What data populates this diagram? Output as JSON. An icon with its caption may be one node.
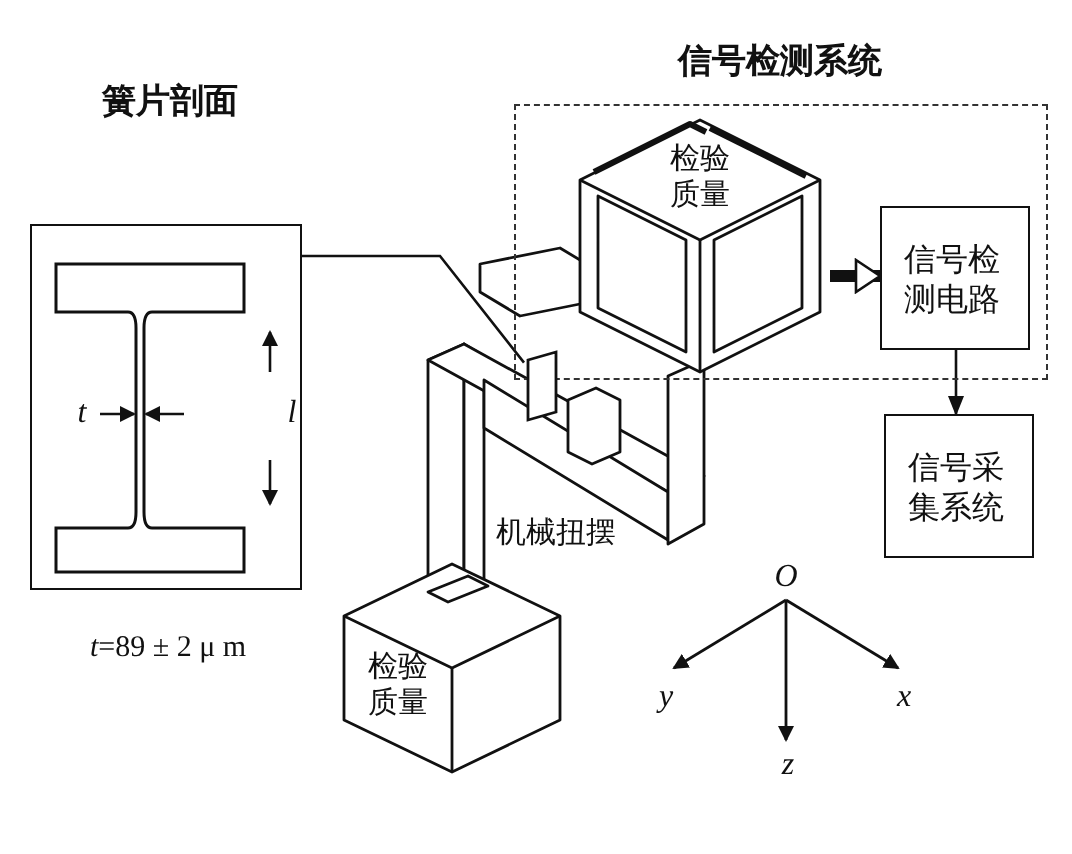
{
  "diagram": {
    "nodes": [
      {
        "text": [
          "簧片剖面"
        ]
      },
      {
        "text": [
          "信号检测系统"
        ]
      },
      {
        "text": [
          "检验质量"
        ],
        "in": 1
      },
      {
        "text": [
          "信号检测电路"
        ],
        "in": 1
      },
      {
        "text": [
          "信号采集系统"
        ]
      },
      {
        "text": [
          "检验质量"
        ]
      },
      {
        "text": [],
        "shape": "bar"
      }
    ],
    "edges": [
      {
        "from": 0,
        "to": 6,
        "arrow": "none"
      },
      {
        "from": 2,
        "to": 3,
        "arrow": "to",
        "style": "thick"
      },
      {
        "from": 3,
        "to": 4,
        "arrow": "to"
      }
    ],
    "labels": [
      "t",
      "l",
      "*t*=89 ± 2 μ m",
      "机械扭摆",
      "O",
      "y",
      "x",
      "z"
    ]
  }
}
